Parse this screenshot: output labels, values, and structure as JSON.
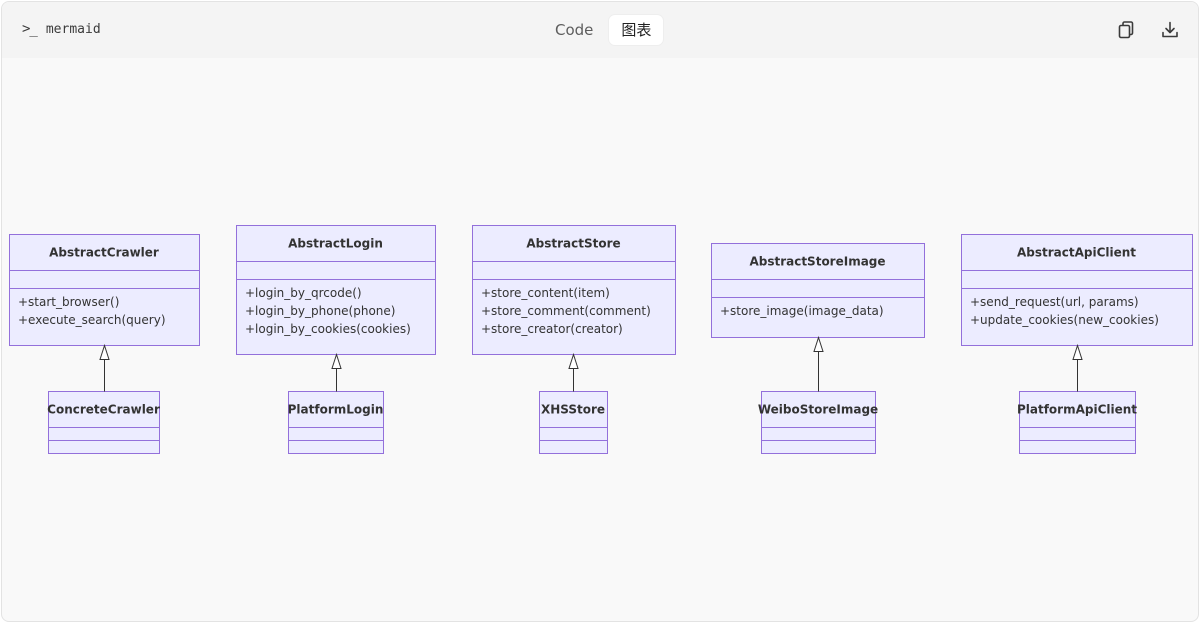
{
  "header": {
    "language_label": "mermaid",
    "tabs": [
      {
        "label": "Code",
        "active": false
      },
      {
        "label": "图表",
        "active": true
      }
    ],
    "icons": [
      "terminal-icon",
      "copy-icon",
      "download-icon"
    ]
  },
  "colors": {
    "class_fill": "#ececff",
    "class_stroke": "#9370db",
    "text": "#333333",
    "frame_bg": "#f9f9f9"
  },
  "diagram": {
    "classes": [
      {
        "id": "AbstractCrawler",
        "name": "AbstractCrawler",
        "members": [],
        "methods": [
          "+start_browser()",
          "+execute_search(query)"
        ]
      },
      {
        "id": "AbstractLogin",
        "name": "AbstractLogin",
        "members": [],
        "methods": [
          "+login_by_qrcode()",
          "+login_by_phone(phone)",
          "+login_by_cookies(cookies)"
        ]
      },
      {
        "id": "AbstractStore",
        "name": "AbstractStore",
        "members": [],
        "methods": [
          "+store_content(item)",
          "+store_comment(comment)",
          "+store_creator(creator)"
        ]
      },
      {
        "id": "AbstractStoreImage",
        "name": "AbstractStoreImage",
        "members": [],
        "methods": [
          "+store_image(image_data)"
        ]
      },
      {
        "id": "AbstractApiClient",
        "name": "AbstractApiClient",
        "members": [],
        "methods": [
          "+send_request(url, params)",
          "+update_cookies(new_cookies)"
        ]
      },
      {
        "id": "ConcreteCrawler",
        "name": "ConcreteCrawler",
        "members": [],
        "methods": []
      },
      {
        "id": "PlatformLogin",
        "name": "PlatformLogin",
        "members": [],
        "methods": []
      },
      {
        "id": "XHSStore",
        "name": "XHSStore",
        "members": [],
        "methods": []
      },
      {
        "id": "WeiboStoreImage",
        "name": "WeiboStoreImage",
        "members": [],
        "methods": []
      },
      {
        "id": "PlatformApiClient",
        "name": "PlatformApiClient",
        "members": [],
        "methods": []
      }
    ],
    "relations": [
      {
        "type": "inheritance",
        "child": "ConcreteCrawler",
        "parent": "AbstractCrawler"
      },
      {
        "type": "inheritance",
        "child": "PlatformLogin",
        "parent": "AbstractLogin"
      },
      {
        "type": "inheritance",
        "child": "XHSStore",
        "parent": "AbstractStore"
      },
      {
        "type": "inheritance",
        "child": "WeiboStoreImage",
        "parent": "AbstractStoreImage"
      },
      {
        "type": "inheritance",
        "child": "PlatformApiClient",
        "parent": "AbstractApiClient"
      }
    ]
  }
}
